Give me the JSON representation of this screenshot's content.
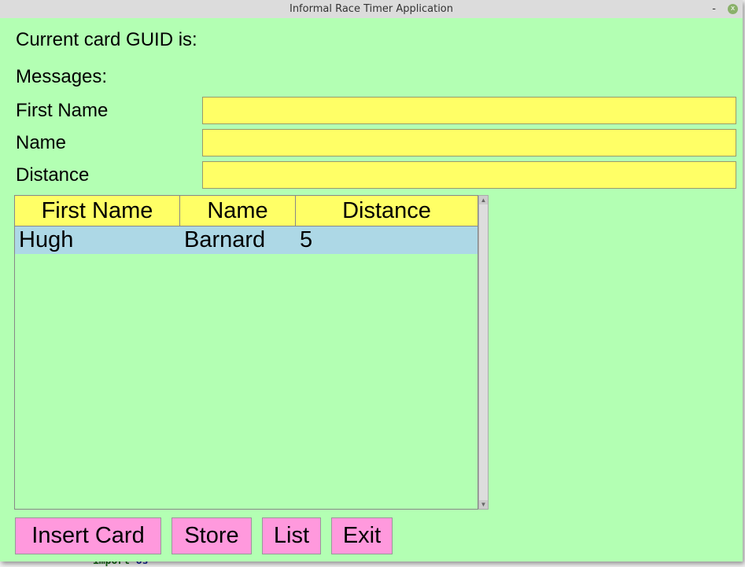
{
  "window": {
    "title": "Informal Race Timer Application",
    "minimize": "-",
    "close": "x"
  },
  "labels": {
    "guid": "Current card GUID is:",
    "messages": "Messages:",
    "first_name": "First Name",
    "name": "Name",
    "distance": "Distance"
  },
  "inputs": {
    "first_name": "",
    "name": "",
    "distance": ""
  },
  "table": {
    "headers": [
      "First Name",
      "Name",
      "Distance"
    ],
    "rows": [
      [
        "Hugh",
        "Barnard",
        "5"
      ]
    ]
  },
  "buttons": {
    "insert": "Insert Card",
    "store": "Store",
    "list": "List",
    "exit": "Exit"
  },
  "background": {
    "kw": "import",
    "mod": "os"
  }
}
